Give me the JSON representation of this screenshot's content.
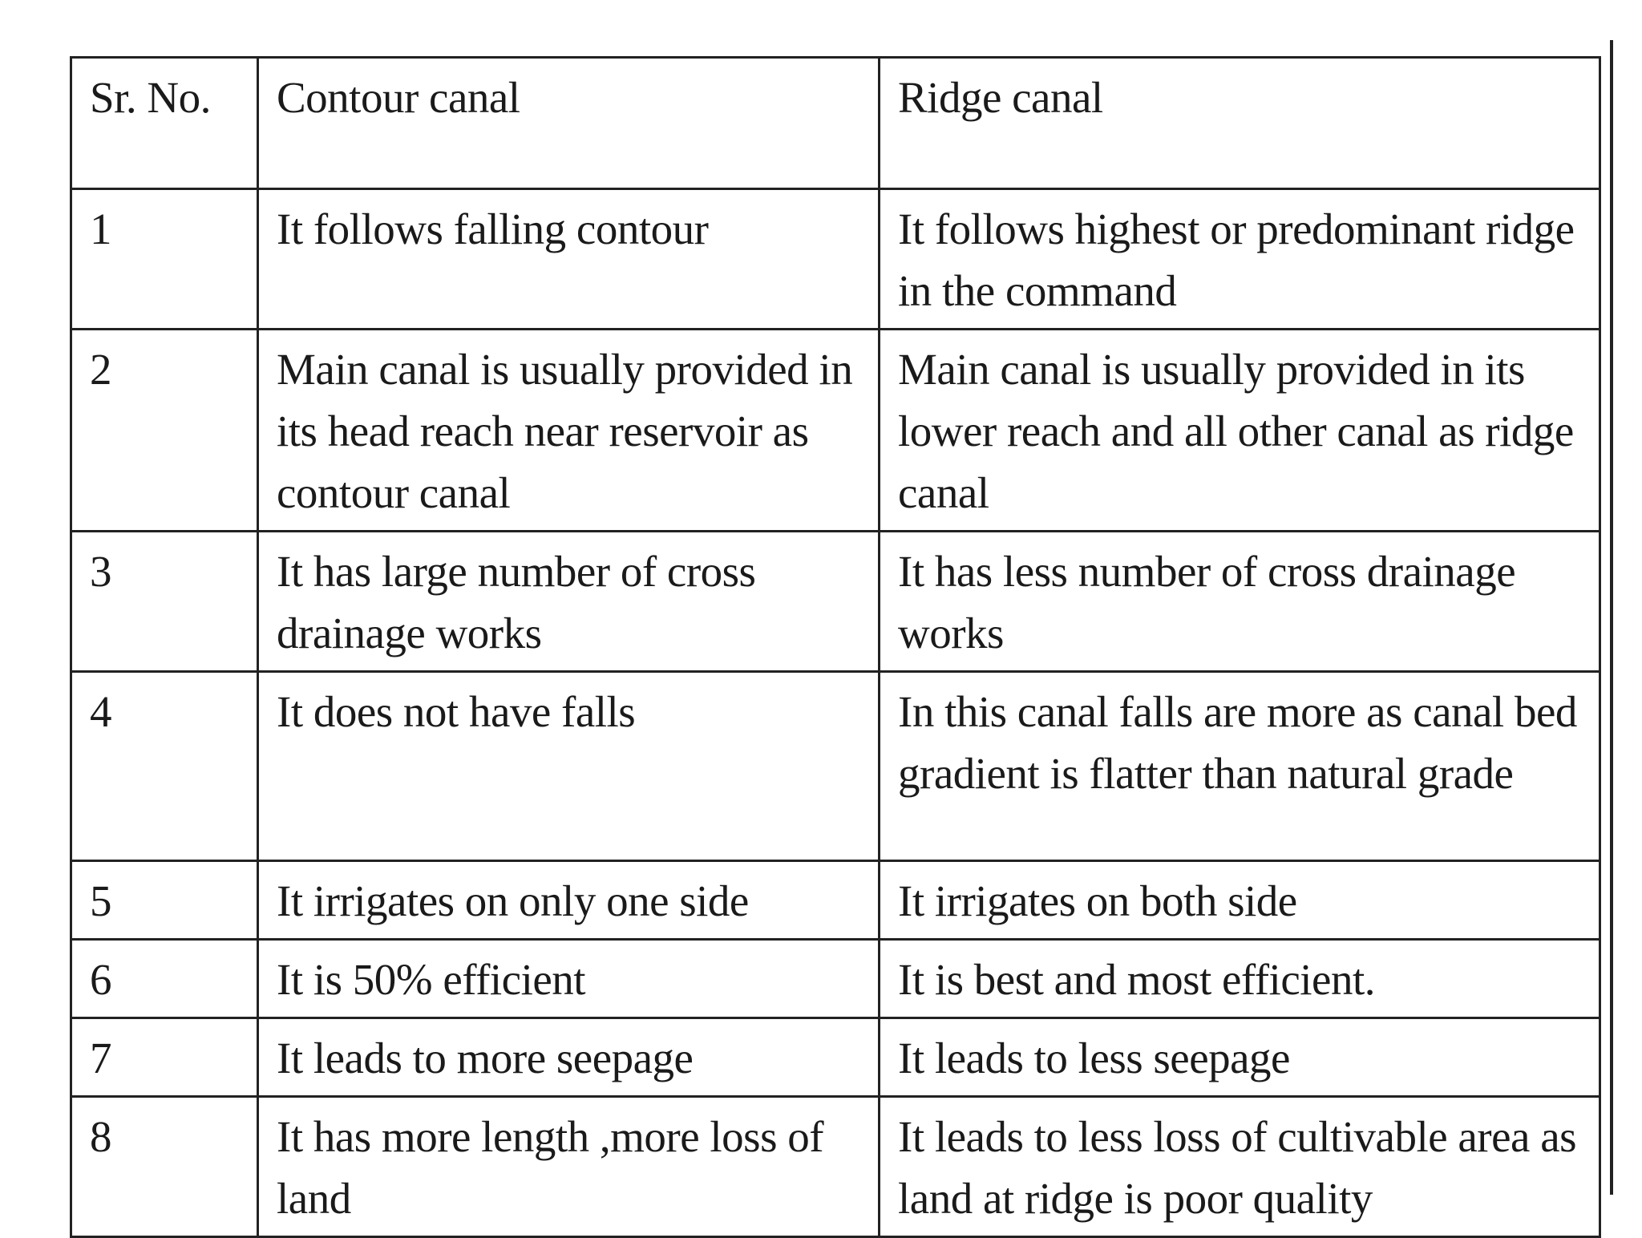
{
  "table": {
    "headers": [
      "Sr. No.",
      "Contour canal",
      "Ridge canal"
    ],
    "rows": [
      {
        "sr": "1",
        "contour": "It follows falling contour",
        "ridge": "It follows highest or predominant ridge in the command"
      },
      {
        "sr": "2",
        "contour": "Main canal  is usually provided in its head reach near reservoir as contour canal",
        "ridge": "Main canal  is  usually provided in its lower reach and all other canal as ridge canal"
      },
      {
        "sr": "3",
        "contour": "It has large number of cross drainage works",
        "ridge": "It has less  number of cross drainage works"
      },
      {
        "sr": "4",
        "contour": "It does not have falls",
        "ridge": "In this canal falls are more as canal bed gradient is flatter than natural grade"
      },
      {
        "sr": "5",
        "contour": "It irrigates on only one side",
        "ridge": "It irrigates on both  side"
      },
      {
        "sr": "6",
        "contour": "It is 50% efficient",
        "ridge": "It is best and most efficient."
      },
      {
        "sr": "7",
        "contour": "It leads to more seepage",
        "ridge": "It leads to less seepage"
      },
      {
        "sr": "8",
        "contour": "It has more length ,more loss of land",
        "ridge": "It leads to less loss of cultivable area as land at ridge is poor quality"
      }
    ]
  }
}
